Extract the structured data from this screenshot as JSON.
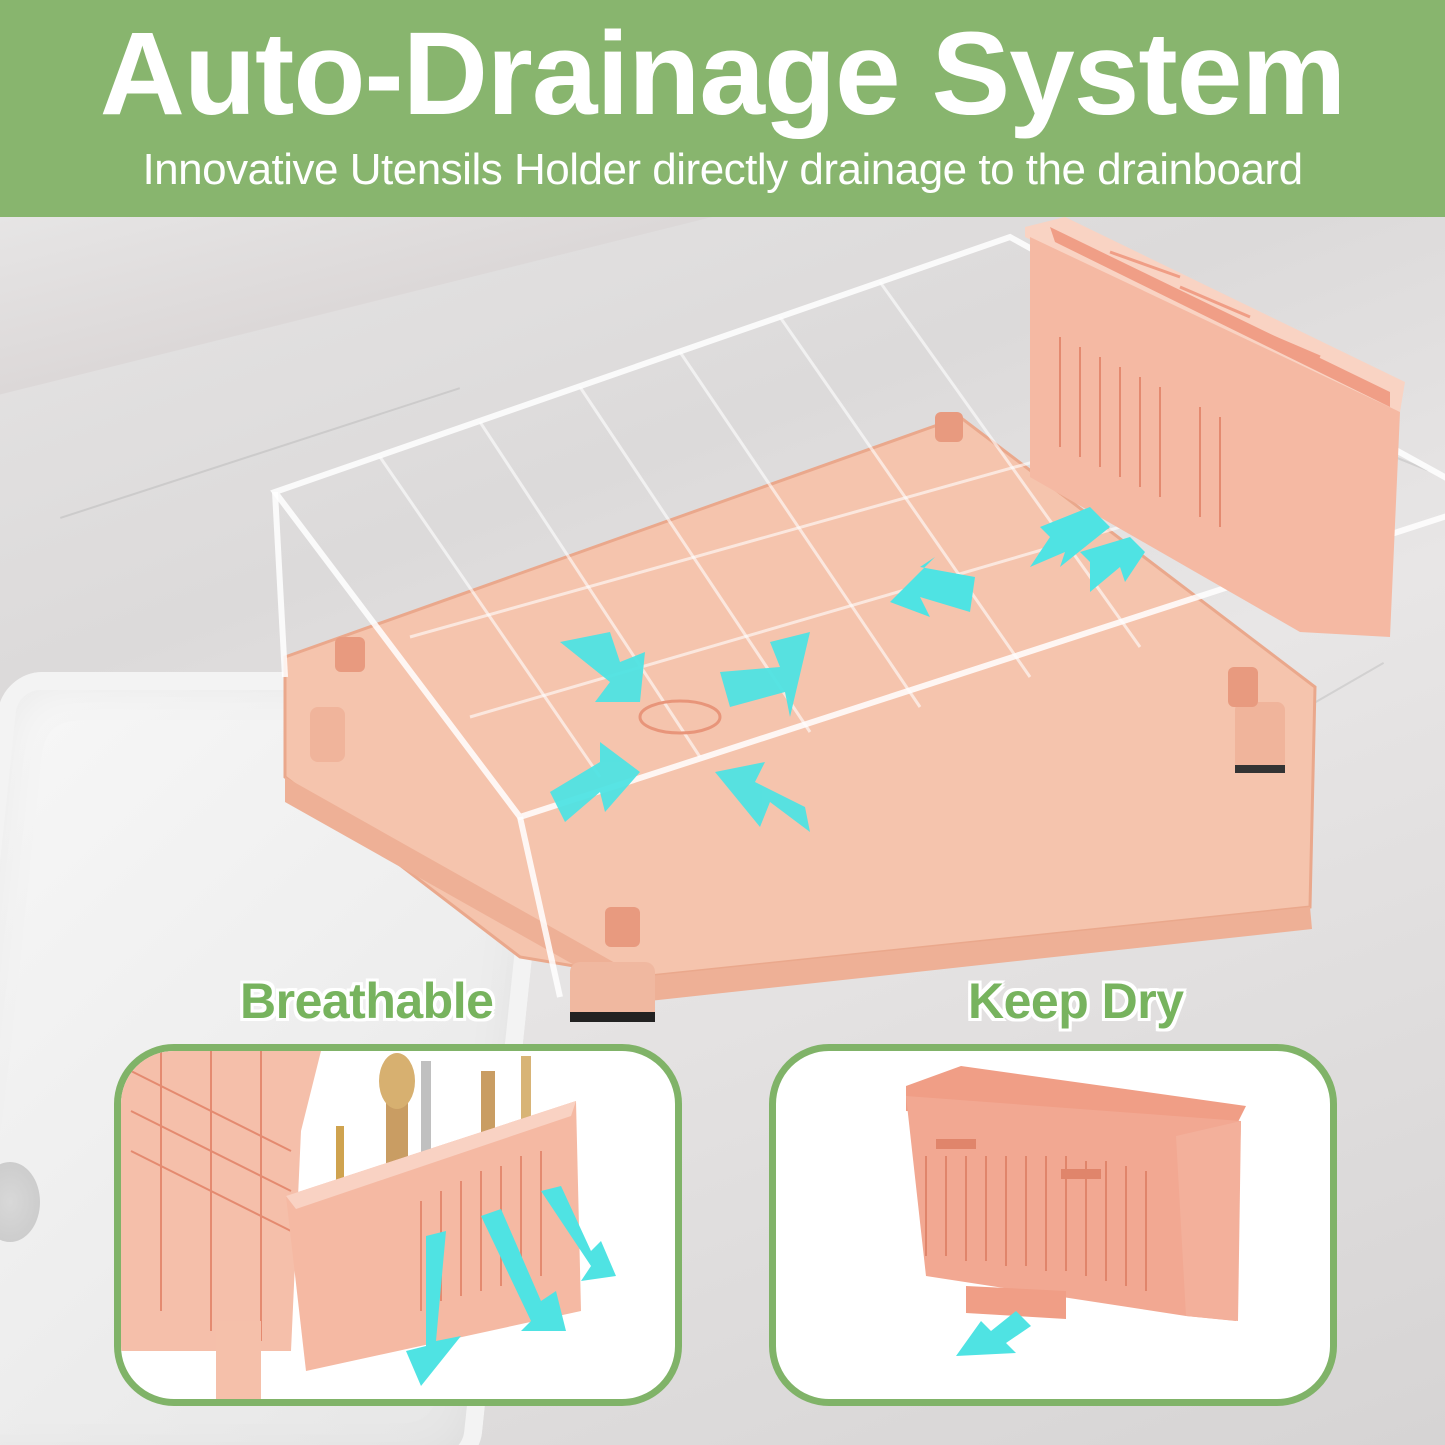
{
  "header": {
    "title": "Auto-Drainage System",
    "subtitle": "Innovative Utensils Holder directly drainage to the drainboard",
    "background_color": "#88b56e",
    "text_color": "#ffffff"
  },
  "features": [
    {
      "label": "Breathable",
      "image": "utensil-holder-with-utensils-drainage-arrows"
    },
    {
      "label": "Keep Dry",
      "image": "utensil-holder-spout-drainage-arrow"
    }
  ],
  "main_image": {
    "subject": "clear-dish-rack-on-pink-drainboard-with-utensil-holder",
    "arrow_icon": "cyan-arrow-icon"
  },
  "colors": {
    "accent_green": "#80b368",
    "label_green": "#77b35e",
    "product_pink": "#f3bca4",
    "arrow_cyan": "#4fe3e3"
  }
}
